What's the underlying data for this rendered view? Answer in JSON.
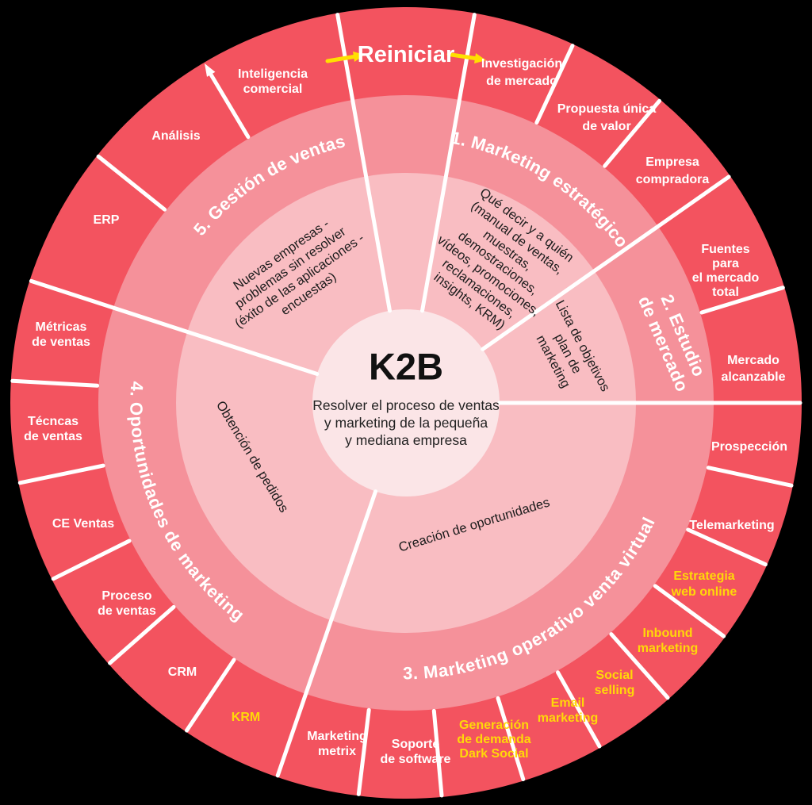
{
  "diagram": {
    "type": "circular-process-wheel",
    "brand": "K2B"
  },
  "colors": {
    "background": "#000000",
    "outer_ring": "#f3535f",
    "section_ring": "#f5919a",
    "inner_ring": "#f9bdc2",
    "center_circle": "#fbe5e7",
    "divider": "#ffffff",
    "text_white": "#ffffff",
    "text_yellow": "#ffd808",
    "text_dark": "#1c1c1c",
    "arrow_yellow": "#ffe000"
  },
  "center": {
    "title": "K2B",
    "subtitle_lines": [
      "Resolver el proceso de ventas",
      "y marketing de la pequeña",
      "y mediana empresa"
    ]
  },
  "restart": {
    "label": "Reiniciar"
  },
  "sections": [
    {
      "title": "1. Marketing estratégico"
    },
    {
      "title": "2. Estudio de mercado",
      "title_line1": "2. Estudio",
      "title_line2": "de mercado"
    },
    {
      "title": "3. Marketing operativo venta virtual"
    },
    {
      "title": "4. Oportunidades de marketing"
    },
    {
      "title": "5. Gestión de ventas"
    }
  ],
  "inner_notes": [
    {
      "lines": [
        "Qué decir y a quién",
        "(manual de ventas,",
        "muestras,",
        "demostraciones,",
        "vídeos, promociones,",
        "reclamaciones,",
        "insights, KRM)"
      ]
    },
    {
      "lines": [
        "Lista de objetivos",
        "plan de",
        "marketing"
      ]
    },
    {
      "lines": [
        "Creación de oportunidades"
      ]
    },
    {
      "lines": [
        "Obtención de pedidos"
      ]
    },
    {
      "lines": [
        "Nuevas empresas -",
        "problemas sin resolver",
        "(éxito de las aplicaciones -",
        "encuestas)"
      ]
    }
  ],
  "outer_segments": [
    {
      "label": "Investigación de mercado",
      "lines": [
        "Investigación",
        "de mercado"
      ],
      "highlight": false
    },
    {
      "label": "Propuesta única de valor",
      "lines": [
        "Propuesta única",
        "de valor"
      ],
      "highlight": false
    },
    {
      "label": "Empresa compradora",
      "lines": [
        "Empresa",
        "compradora"
      ],
      "highlight": false
    },
    {
      "label": "Fuentes para el mercado total",
      "lines": [
        "Fuentes",
        "para",
        "el mercado",
        "total"
      ],
      "highlight": false
    },
    {
      "label": "Mercado alcanzable",
      "lines": [
        "Mercado",
        "alcanzable"
      ],
      "highlight": false
    },
    {
      "label": "Prospección",
      "lines": [
        "Prospección"
      ],
      "highlight": false
    },
    {
      "label": "Telemarketing",
      "lines": [
        "Telemarketing"
      ],
      "highlight": false
    },
    {
      "label": "Estrategia web online",
      "lines": [
        "Estrategia",
        "web online"
      ],
      "highlight": true
    },
    {
      "label": "Inbound marketing",
      "lines": [
        "Inbound",
        "marketing"
      ],
      "highlight": true
    },
    {
      "label": "Social selling",
      "lines": [
        "Social",
        "selling"
      ],
      "highlight": true
    },
    {
      "label": "Email marketing",
      "lines": [
        "Email",
        "marketing"
      ],
      "highlight": true
    },
    {
      "label": "Generación de demanda Dark Social",
      "lines": [
        "Generación",
        "de demanda",
        "Dark Social"
      ],
      "highlight": true
    },
    {
      "label": "Soporte de software",
      "lines": [
        "Soporte",
        "de software"
      ],
      "highlight": false
    },
    {
      "label": "Marketing metrix",
      "lines": [
        "Marketing",
        "metrix"
      ],
      "highlight": false
    },
    {
      "label": "KRM",
      "lines": [
        "KRM"
      ],
      "highlight": true
    },
    {
      "label": "CRM",
      "lines": [
        "CRM"
      ],
      "highlight": false
    },
    {
      "label": "Proceso de ventas",
      "lines": [
        "Proceso",
        "de ventas"
      ],
      "highlight": false
    },
    {
      "label": "CE Ventas",
      "lines": [
        "CE Ventas"
      ],
      "highlight": false
    },
    {
      "label": "Técncas de ventas",
      "lines": [
        "Técncas",
        "de ventas"
      ],
      "highlight": false
    },
    {
      "label": "Métricas de ventas",
      "lines": [
        "Métricas",
        "de ventas"
      ],
      "highlight": false
    },
    {
      "label": "ERP",
      "lines": [
        "ERP"
      ],
      "highlight": false
    },
    {
      "label": "Análisis",
      "lines": [
        "Análisis"
      ],
      "highlight": false
    },
    {
      "label": "Inteligencia comercial",
      "lines": [
        "Inteligencia",
        "comercial"
      ],
      "highlight": false
    }
  ]
}
